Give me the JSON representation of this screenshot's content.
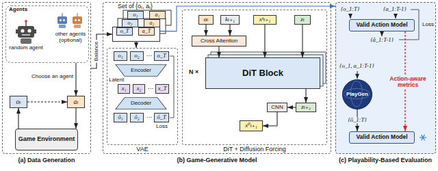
{
  "diagram": {
    "nodes": [
      {
        "text": [
          "(a) Data Generation"
        ]
      },
      {
        "text": [
          "Agents",
          "random agent",
          "other agents (optional)"
        ],
        "in": 0
      },
      {
        "text": [
          "oₜ"
        ],
        "in": 0
      },
      {
        "text": [
          "aₜ"
        ],
        "in": 0
      },
      {
        "text": [
          "Game Environment"
        ],
        "in": 0
      },
      {
        "text": [
          "(b) Game-Generative Model"
        ]
      },
      {
        "text": [
          "Set of {oₜ, aₜ}"
        ],
        "in": 5
      },
      {
        "text": [
          "o_T"
        ],
        "in": 6
      },
      {
        "text": [
          "a_T"
        ],
        "in": 6
      },
      {
        "text": [
          "o₁"
        ],
        "in": 5
      },
      {
        "text": [
          "a₁"
        ],
        "in": 5
      },
      {
        "text": [
          "o₂"
        ],
        "in": 5
      },
      {
        "text": [
          "a₂"
        ],
        "in": 5
      },
      {
        "text": [
          "VAE"
        ],
        "in": 5
      },
      {
        "text": [
          "o₁"
        ],
        "in": 13
      },
      {
        "text": [
          "o₂"
        ],
        "in": 13
      },
      {
        "text": [
          "o_T"
        ],
        "in": 13
      },
      {
        "text": [
          "Encoder"
        ],
        "in": 13
      },
      {
        "text": [
          "x₁"
        ],
        "in": 13
      },
      {
        "text": [
          "x₂"
        ],
        "in": 13
      },
      {
        "text": [
          "x_T"
        ],
        "in": 13
      },
      {
        "text": [
          "Decoder"
        ],
        "in": 13
      },
      {
        "text": [
          "ô₁"
        ],
        "in": 13
      },
      {
        "text": [
          "ô₂"
        ],
        "in": 13
      },
      {
        "text": [
          "ô_T"
        ],
        "in": 13
      },
      {
        "text": [
          "DiT + Diffusion Forcing"
        ],
        "in": 5
      },
      {
        "text": [
          "aₜ"
        ],
        "in": 25
      },
      {
        "text": [
          "kₜ₊₁"
        ],
        "in": 25
      },
      {
        "text": [
          "xᵏₜ₊₁"
        ],
        "in": 25
      },
      {
        "text": [
          "zₜ"
        ],
        "in": 25
      },
      {
        "text": [
          "Cross Attention"
        ],
        "in": 25
      },
      {
        "text": [
          "DiT Block"
        ],
        "in": 25
      },
      {
        "text": [
          "CNN"
        ],
        "in": 25
      },
      {
        "text": [
          "zₜ₊₁"
        ],
        "in": 25
      },
      {
        "text": [
          "x⁰ₜ₊₁"
        ],
        "in": 25
      },
      {
        "text": [
          "(c) Playability-Based Evaluation"
        ]
      },
      {
        "text": [
          "Valid Action Model"
        ],
        "in": 35
      },
      {
        "text": [
          "PlayGen"
        ],
        "in": 35
      },
      {
        "text": [
          "Valid Action Model"
        ],
        "in": 35
      }
    ],
    "edges": [
      {
        "from": 1,
        "to": 3,
        "arrow": "to",
        "label": "Choose an agent"
      },
      {
        "from": 2,
        "to": 3,
        "arrow": "to"
      },
      {
        "from": 3,
        "to": 4,
        "arrow": "to"
      },
      {
        "from": 4,
        "to": 2,
        "arrow": "to"
      },
      {
        "from": 0,
        "to": 6,
        "arrow": "to",
        "label": "Balance"
      },
      {
        "from": 6,
        "to": 35,
        "arrow": "to"
      },
      {
        "from": 6,
        "to": 13,
        "arrow": "to"
      },
      {
        "from": 26,
        "to": 30,
        "arrow": "to"
      },
      {
        "from": 27,
        "to": 30,
        "arrow": "to"
      },
      {
        "from": 30,
        "to": 31,
        "arrow": "to"
      },
      {
        "from": 28,
        "to": 31,
        "arrow": "to"
      },
      {
        "from": 29,
        "to": 31,
        "arrow": "to"
      },
      {
        "from": 31,
        "to": 33,
        "arrow": "to"
      },
      {
        "from": 33,
        "to": 32,
        "arrow": "to"
      },
      {
        "from": 32,
        "to": 34,
        "arrow": "to"
      },
      {
        "from": 37,
        "to": 38,
        "arrow": "to",
        "label": "{ô_1:T}"
      },
      {
        "from": 36,
        "to": 38,
        "arrow": "to",
        "label": "Action-aware metrics"
      }
    ],
    "labels": [
      "…",
      "Latent",
      "…",
      "…",
      "Loss",
      "N ×",
      "{o_1:T}",
      "{a_1:T-1}",
      "Loss",
      "{â_1:T-1}",
      "{o_1, a_1:T-1}"
    ]
  }
}
